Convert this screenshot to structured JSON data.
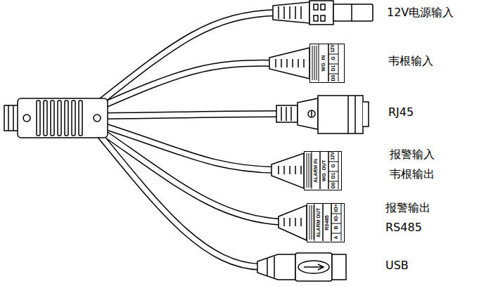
{
  "diagram": {
    "nodes": [
      {
        "text": [
          "WG_IN",
          "D0",
          "D1",
          "G",
          "12V"
        ]
      },
      {
        "text": [
          "ALARM IN",
          "WG_OUT",
          "D0",
          "D1",
          "G",
          "12V"
        ]
      },
      {
        "text": [
          "ALARM OUT",
          "RS485",
          "A",
          "B",
          "IO-",
          "IO+"
        ]
      }
    ],
    "labels": [
      "12V电源输入",
      "韦根输入",
      "RJ45",
      "报警输入",
      "韦根输出",
      "报警输出",
      "RS485",
      "USB"
    ]
  }
}
